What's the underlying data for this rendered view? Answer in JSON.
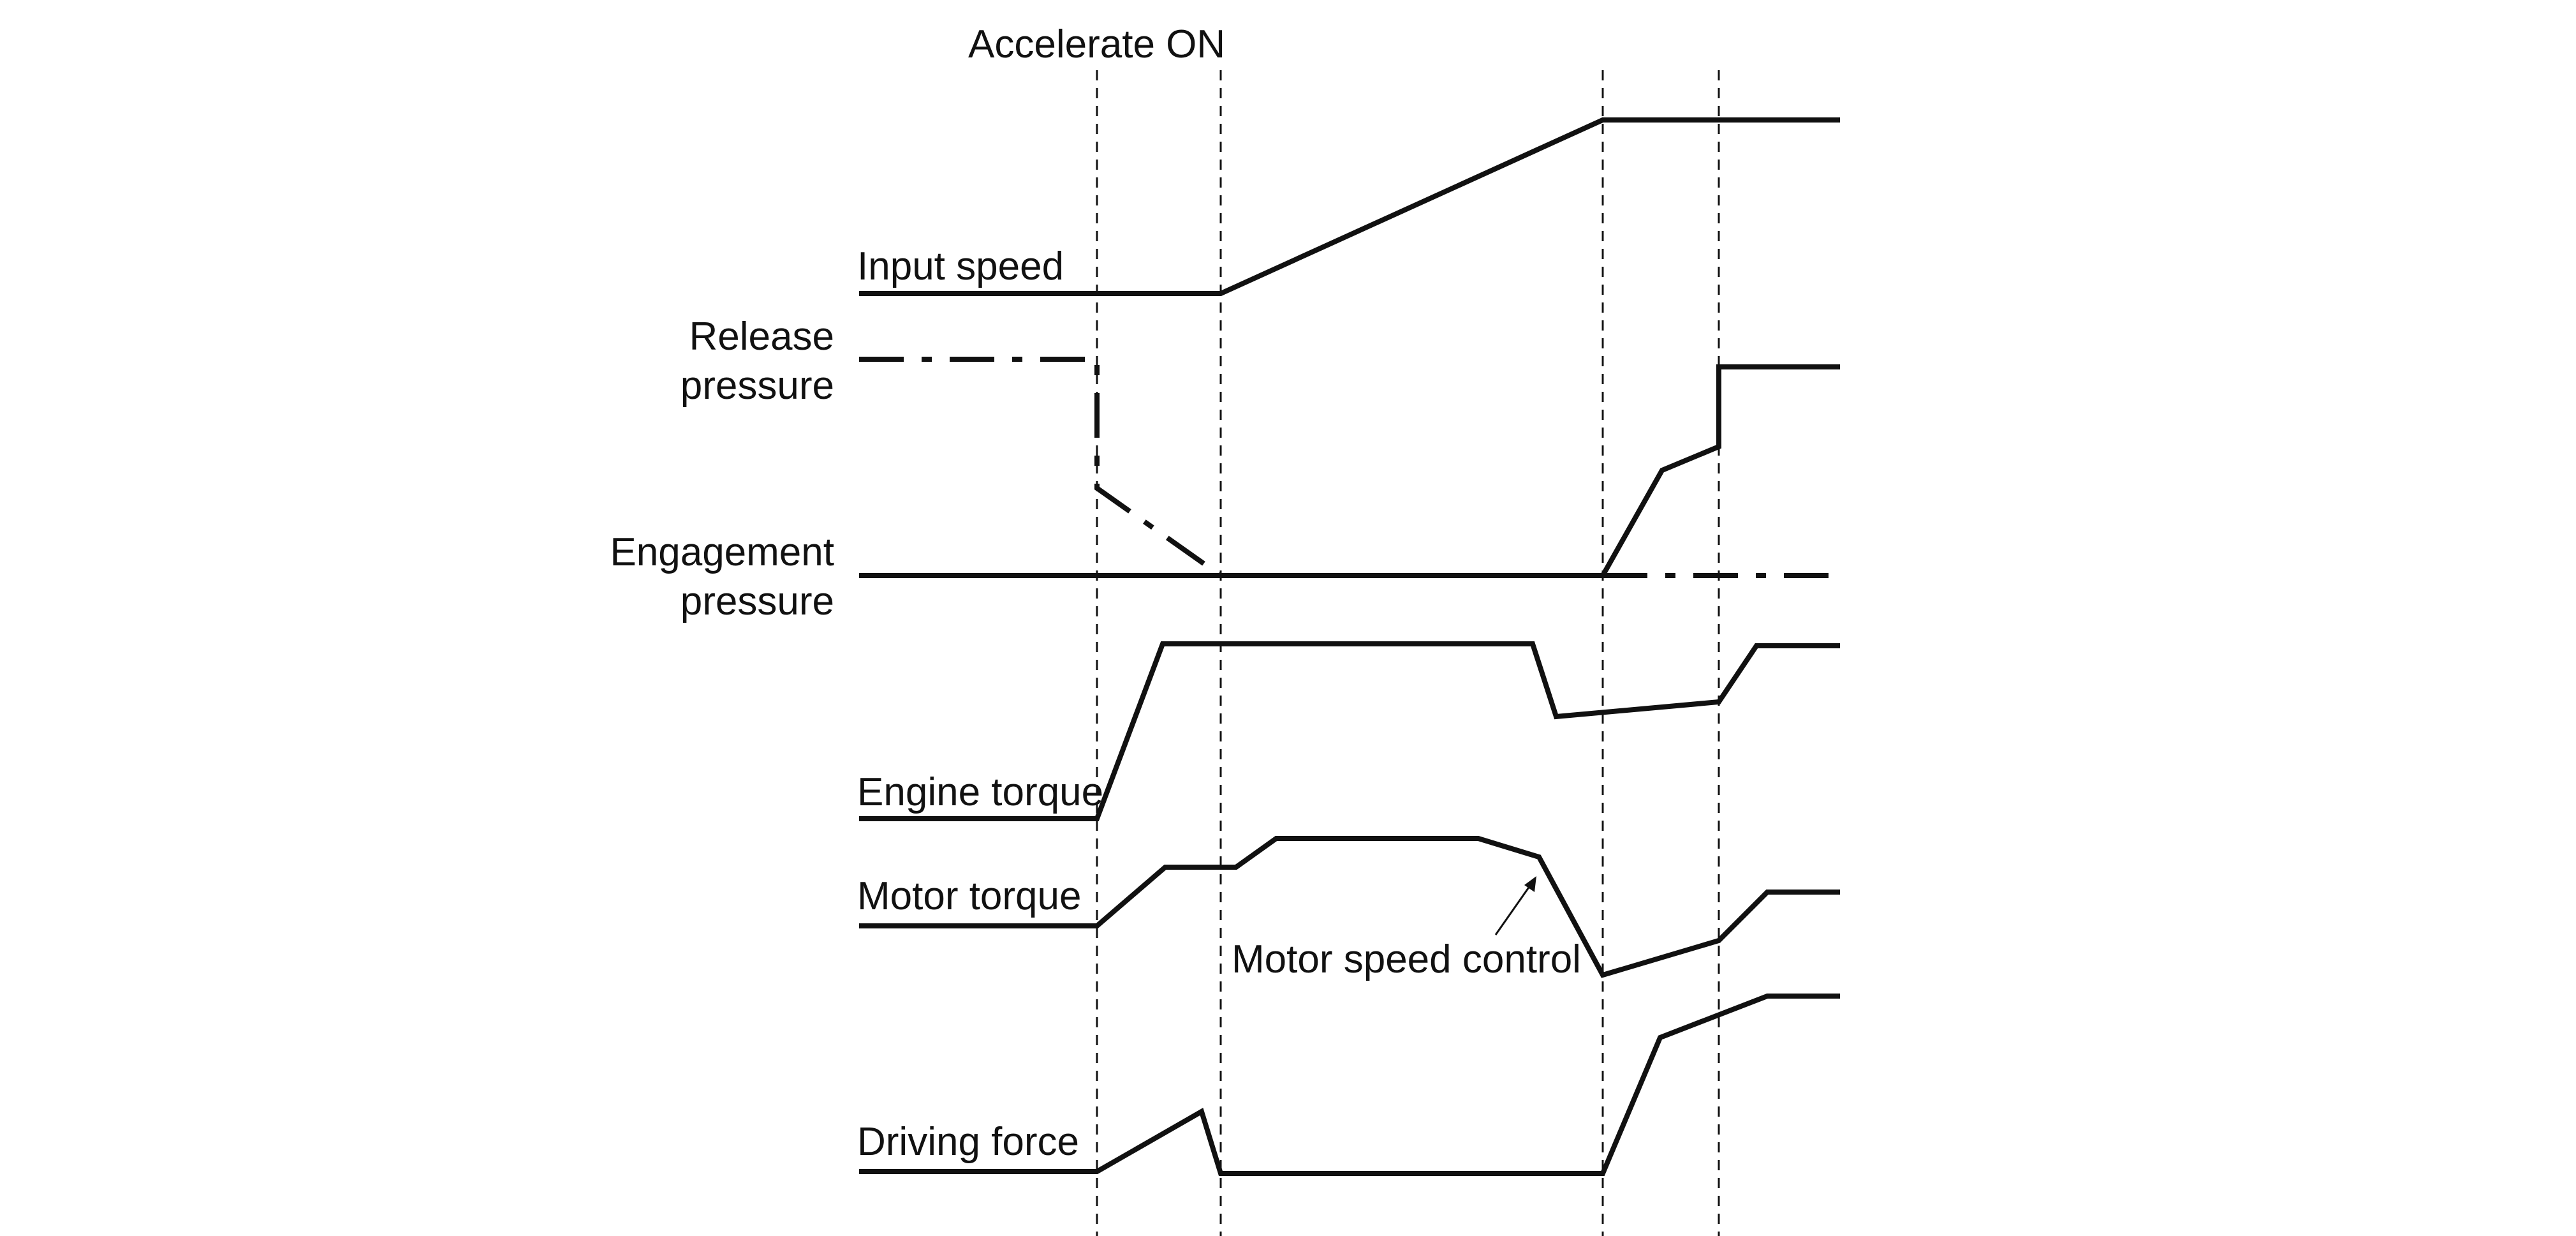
{
  "annotations": {
    "accelerate_on": "Accelerate ON",
    "motor_speed_control": "Motor speed control"
  },
  "signals": {
    "input_speed": "Input speed",
    "release_pressure_line1": "Release",
    "release_pressure_line2": "pressure",
    "engagement_pressure_line1": "Engagement",
    "engagement_pressure_line2": "pressure",
    "engine_torque": "Engine torque",
    "motor_torque": "Motor torque",
    "driving_force": "Driving force"
  },
  "colors": {
    "line": "#111111",
    "background": "#ffffff"
  }
}
